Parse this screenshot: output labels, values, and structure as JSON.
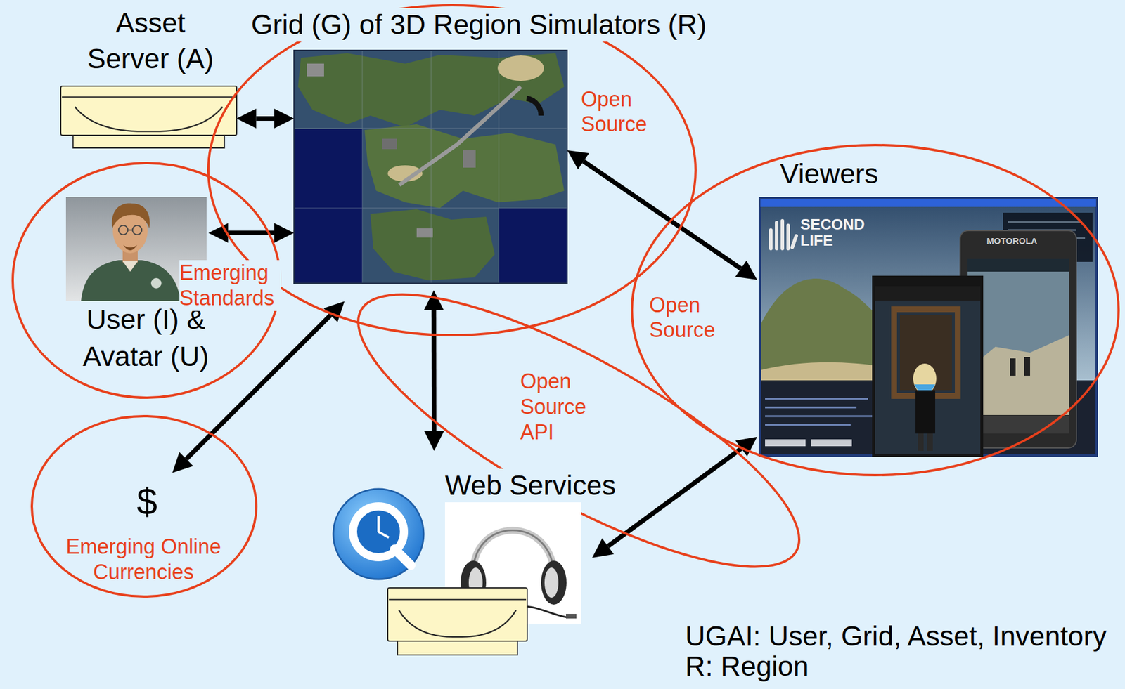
{
  "diagram": {
    "nodes": [
      {
        "text": [
          "Asset Server (A)"
        ]
      },
      {
        "text": [
          "Grid (G) of 3D Region Simulators (R)",
          "Open Source"
        ]
      },
      {
        "text": [
          "User (I) & Avatar (U)",
          "Emerging Standards"
        ]
      },
      {
        "text": [
          "Viewers",
          "Open Source"
        ]
      },
      {
        "text": [
          "Open Source API"
        ]
      },
      {
        "text": [
          "$",
          "Emerging Online Currencies"
        ]
      },
      {
        "text": [
          "Web Services"
        ]
      }
    ],
    "edges": [
      {
        "from": 0,
        "to": 1,
        "arrow": "both"
      },
      {
        "from": 2,
        "to": 1,
        "arrow": "both"
      },
      {
        "from": 1,
        "to": 3,
        "arrow": "both"
      },
      {
        "from": 1,
        "to": 5,
        "arrow": "both"
      },
      {
        "from": 1,
        "to": 6,
        "arrow": "both"
      },
      {
        "from": 3,
        "to": 6,
        "arrow": "both"
      }
    ],
    "labels": [
      "SECOND LIFE",
      "MOTOROLA",
      "UGAI: User, Grid, Asset, Inventory",
      "R: Region"
    ]
  }
}
